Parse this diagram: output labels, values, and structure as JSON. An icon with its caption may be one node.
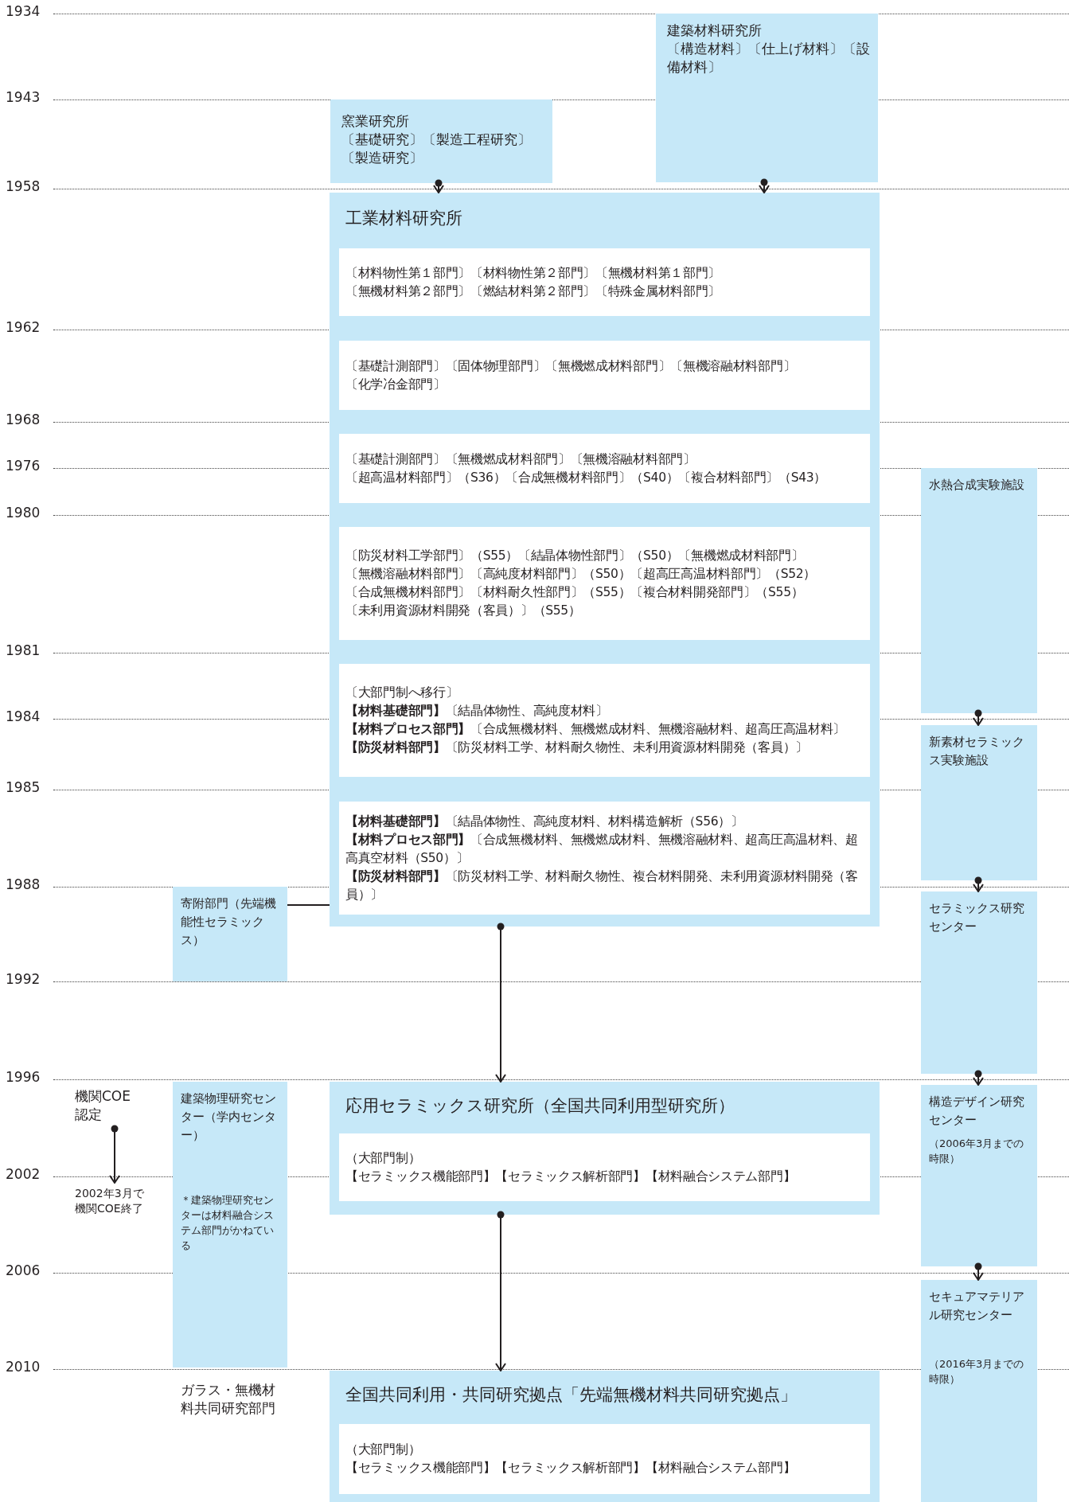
{
  "diagram": {
    "nodes": [
      {
        "text": [
          "窯業研究所",
          "〔基礎研究〕〔製造工程研究〕〔製造研究〕"
        ]
      },
      {
        "text": [
          "建築材料研究所",
          "〔構造材料〕〔仕上げ材料〕〔設備材料〕"
        ]
      },
      {
        "text": [
          "工業材料研究所"
        ]
      },
      {
        "text": [
          "〔材料物性第１部門〕〔材料物性第２部門〕〔無機材料第１部門〕",
          "〔無機材料第２部門〕〔燃結材料第２部門〕〔特殊金属材料部門〕"
        ],
        "in": 2
      },
      {
        "text": [
          "〔基礎計測部門〕〔固体物理部門〕〔無機燃成材料部門〕〔無機溶融材料部門〕",
          "〔化学冶金部門〕"
        ],
        "in": 2
      },
      {
        "text": [
          "〔基礎計測部門〕〔無機燃成材料部門〕〔無機溶融材料部門〕",
          "〔超高温材料部門〕（S36）〔合成無機材料部門〕（S40）〔複合材料部門〕（S43）"
        ],
        "in": 2
      },
      {
        "text": [
          "〔防災材料工学部門〕（S55）〔結晶体物性部門〕（S50）〔無機燃成材料部門〕",
          "〔無機溶融材料部門〕〔高純度材料部門〕（S50）〔超高圧高温材料部門〕（S52）",
          "〔合成無機材料部門〕〔材料耐久性部門〕（S55）〔複合材料開発部門〕（S55）",
          "〔未利用資源材料開発（客員）〕（S55）"
        ],
        "in": 2
      },
      {
        "text": [
          "〔大部門制へ移行〕",
          "**【材料基礎部門】**〔結晶体物性、高純度材料〕",
          "**【材料プロセス部門】**〔合成無機材料、無機燃成材料、無機溶融材料、超高圧高温材料〕",
          "**【防災材料部門】**〔防災材料工学、材料耐久物性、未利用資源材料開発（客員）〕"
        ],
        "in": 2
      },
      {
        "text": [
          "**【材料基礎部門】**〔結晶体物性、高純度材料、材料構造解析（S56）〕",
          "**【材料プロセス部門】**〔合成無機材料、無機燃成材料、無機溶融材料、超高圧高温材料、超高真空材料（S50）〕",
          "**【防災材料部門】**〔防災材料工学、材料耐久物性、複合材料開発、未利用資源材料開発（客員）〕"
        ],
        "in": 2
      },
      {
        "text": [
          "寄附部門（先端機能性セラミックス）"
        ]
      },
      {
        "text": [
          "水熱合成実験施設"
        ]
      },
      {
        "text": [
          "新素材セラミックス実験施設"
        ]
      },
      {
        "text": [
          "セラミックス研究センター"
        ]
      },
      {
        "text": [
          "構造デザイン研究センター",
          "（2006年3月までの時限）"
        ]
      },
      {
        "text": [
          "セキュアマテリアル研究センター",
          "（2016年3月までの時限）"
        ]
      },
      {
        "text": [
          "応用セラミックス研究所（全国共同利用型研究所）"
        ]
      },
      {
        "text": [
          "（大部門制）",
          "【セラミックス機能部門】【セラミックス解析部門】【材料融合システム部門】"
        ],
        "in": 15
      },
      {
        "text": [
          "全国共同利用・共同研究拠点「先端無機材料共同研究拠点」"
        ]
      },
      {
        "text": [
          "（大部門制）",
          "【セラミックス機能部門】【セラミックス解析部門】【材料融合システム部門】"
        ],
        "in": 17
      },
      {
        "text": [
          "建築物理研究センター（学内センター）",
          "＊建築物理研究センターは材料融合システム部門がかねている"
        ]
      },
      {
        "text": [
          "機関COE認定"
        ]
      },
      {
        "text": [
          "2002年3月で機関COE終了"
        ]
      }
    ],
    "edges": [
      {
        "from": 0,
        "to": 2,
        "arrow": "to"
      },
      {
        "from": 1,
        "to": 2,
        "arrow": "to"
      },
      {
        "from": 9,
        "to": 2,
        "arrow": "none"
      },
      {
        "from": 10,
        "to": 11,
        "arrow": "to"
      },
      {
        "from": 11,
        "to": 12,
        "arrow": "to"
      },
      {
        "from": 12,
        "to": 13,
        "arrow": "to"
      },
      {
        "from": 13,
        "to": 14,
        "arrow": "to"
      },
      {
        "from": 2,
        "to": 15,
        "arrow": "to"
      },
      {
        "from": 15,
        "to": 17,
        "arrow": "to"
      },
      {
        "from": 20,
        "to": 21,
        "arrow": "to"
      }
    ],
    "labels": [
      "1934",
      "1943",
      "1958",
      "1962",
      "1968",
      "1976",
      "1980",
      "1981",
      "1984",
      "1985",
      "1988",
      "1992",
      "1996",
      "2002",
      "2006",
      "2010",
      "ガラス・無機材料共同研究部門"
    ]
  }
}
